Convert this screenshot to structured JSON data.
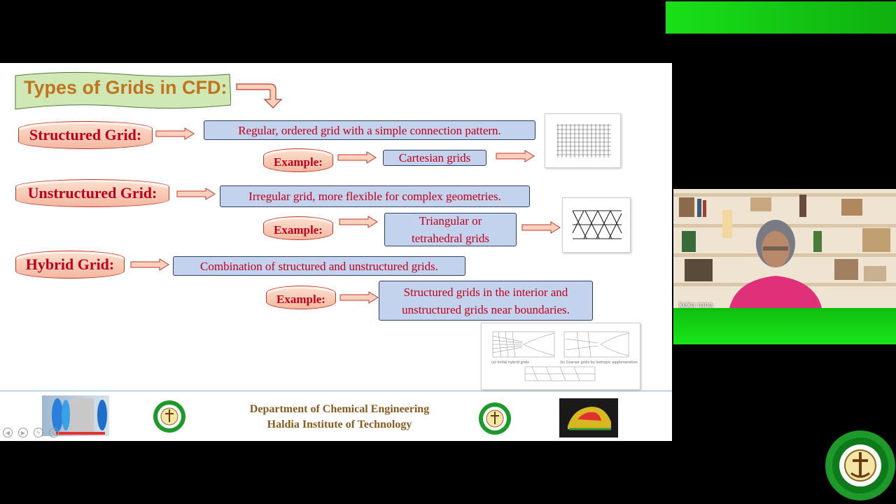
{
  "slide": {
    "title": "Types of Grids in CFD:",
    "rows": [
      {
        "grid_type": "Structured Grid:",
        "description": "Regular, ordered grid with a simple connection pattern.",
        "example_label": "Example:",
        "example": "Cartesian grids"
      },
      {
        "grid_type": "Unstructured Grid:",
        "description": "Irregular grid, more flexible for complex geometries.",
        "example_label": "Example:",
        "example_line1": "Triangular or",
        "example_line2": "tetrahedral grids"
      },
      {
        "grid_type": "Hybrid Grid:",
        "description": "Combination of structured and unstructured grids.",
        "example_label": "Example:",
        "example_line1": "Structured grids in the interior and",
        "example_line2": "unstructured grids near boundaries."
      }
    ],
    "hybrid_image_captions": [
      "(a) Initial hybrid grids",
      "(b) Coarser grids by isotropic agglomeration"
    ],
    "footer": {
      "department": "Department of Chemical Engineering",
      "institute": "Haldia Institute of Technology"
    }
  },
  "webcam": {
    "participant_name": "keka rana"
  },
  "colors": {
    "title": "#c07420",
    "label_text": "#c0001a",
    "box_fill": "#c3d3ee",
    "banner_fill": "#cfe8b4",
    "green_bar": "#18e018"
  }
}
